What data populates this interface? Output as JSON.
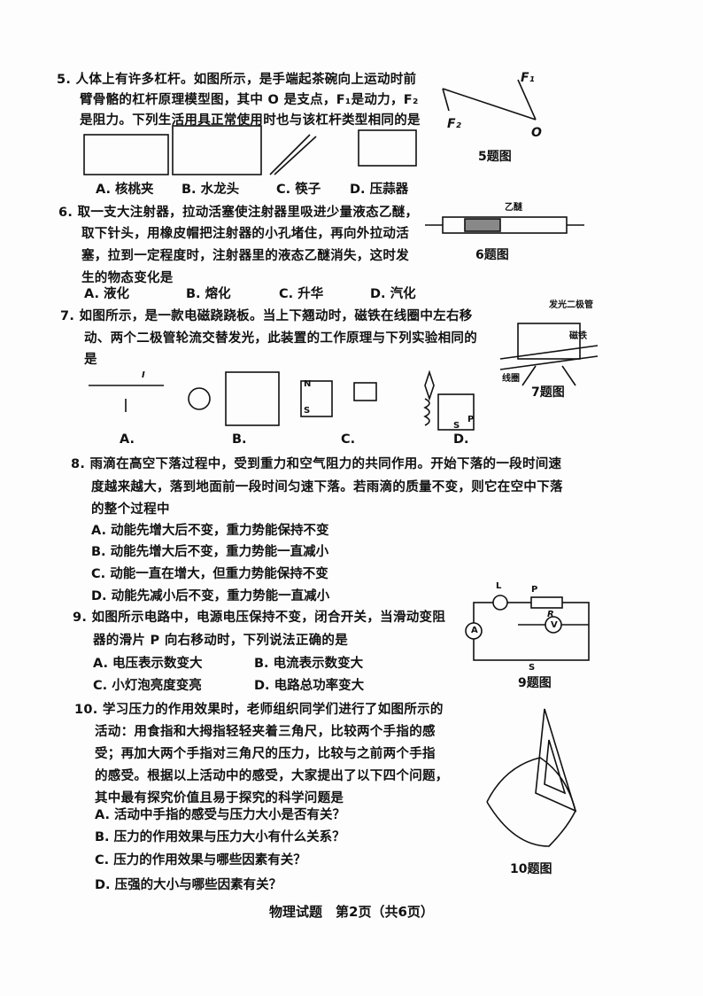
{
  "q5": {
    "lines": [
      "5. 人体上有许多杠杆。如图所示，是手端起茶碗向上运动时前",
      "臂骨骼的杠杆原理模型图，其中 O 是支点，F₁是动力，F₂",
      "是阻力。下列生活用具正常使用时也与该杠杆类型相同的是"
    ],
    "options": [
      "A. 核桃夹",
      "B. 水龙头",
      "C. 筷子",
      "D. 压蒜器"
    ],
    "figure": {
      "caption": "5题图",
      "labels": [
        "F₁",
        "F₂",
        "O"
      ]
    }
  },
  "q6": {
    "lines": [
      "6. 取一支大注射器，拉动活塞使注射器里吸进少量液态乙醚，",
      "取下针头，用橡皮帽把注射器的小孔堵住，再向外拉动活",
      "塞，拉到一定程度时，注射器里的液态乙醚消失，这时发",
      "生的物态变化是"
    ],
    "options": [
      "A. 液化",
      "B. 熔化",
      "C. 升华",
      "D. 汽化"
    ],
    "figure": {
      "caption": "6题图",
      "label": "乙醚"
    }
  },
  "q7": {
    "lines": [
      "7. 如图所示，是一款电磁跷跷板。当上下翘动时，磁铁在线圈中左右移",
      "动、两个二极管轮流交替发光，此装置的工作原理与下列实验相同的",
      "是"
    ],
    "options": [
      "A.",
      "B.",
      "C.",
      "D."
    ],
    "figure": {
      "caption": "7题图",
      "labels": [
        "发光二极管",
        "磁铁",
        "线圈"
      ]
    },
    "option_labels": [
      "I",
      "N",
      "S",
      "S",
      "P"
    ]
  },
  "q8": {
    "lines": [
      "8. 雨滴在高空下落过程中，受到重力和空气阻力的共同作用。开始下落的一段时间速",
      "度越来越大，落到地面前一段时间匀速下落。若雨滴的质量不变，则它在空中下落",
      "的整个过程中"
    ],
    "options": [
      "A. 动能先增大后不变，重力势能保持不变",
      "B. 动能先增大后不变，重力势能一直减小",
      "C. 动能一直在增大，但重力势能保持不变",
      "D. 动能先减小后不变，重力势能一直减小"
    ]
  },
  "q9": {
    "lines": [
      "9. 如图所示电路中，电源电压保持不变，闭合开关，当滑动变阻",
      "器的滑片 P 向右移动时，下列说法正确的是"
    ],
    "options": [
      "A. 电压表示数变大",
      "B. 电流表示数变大",
      "C. 小灯泡亮度变亮",
      "D. 电路总功率变大"
    ],
    "figure": {
      "caption": "9题图",
      "labels": [
        "L",
        "P",
        "R",
        "A",
        "V",
        "S"
      ]
    }
  },
  "q10": {
    "lines": [
      "10. 学习压力的作用效果时，老师组织同学们进行了如图所示的",
      "活动：用食指和大拇指轻轻夹着三角尺，比较两个手指的感",
      "受；再加大两个手指对三角尺的压力，比较与之前两个手指",
      "的感受。根据以上活动中的感受，大家提出了以下四个问题，",
      "其中最有探究价值且易于探究的科学问题是"
    ],
    "options": [
      "A. 活动中手指的感受与压力大小是否有关？",
      "B. 压力的作用效果与压力大小有什么关系？",
      "C. 压力的作用效果与哪些因素有关？",
      "D. 压强的大小与哪些因素有关？"
    ],
    "figure": {
      "caption": "10题图"
    }
  },
  "footer": "物理试题　第2页（共6页）"
}
